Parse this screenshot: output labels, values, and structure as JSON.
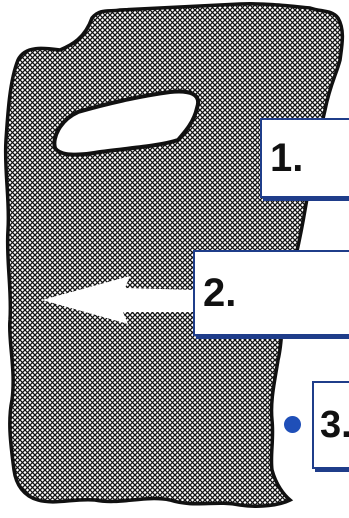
{
  "labels": [
    {
      "id": "1",
      "text": "1."
    },
    {
      "id": "2",
      "text": "2."
    },
    {
      "id": "3",
      "text": "3."
    }
  ],
  "colors": {
    "outline": "#111111",
    "label_border": "#1f3d8a",
    "dot": "#1f4fb8",
    "arrow": "#ffffff"
  },
  "icons": {
    "textured_region": "crosshatch-pattern",
    "arrow": "left-arrow-icon",
    "marker": "dot-icon"
  }
}
